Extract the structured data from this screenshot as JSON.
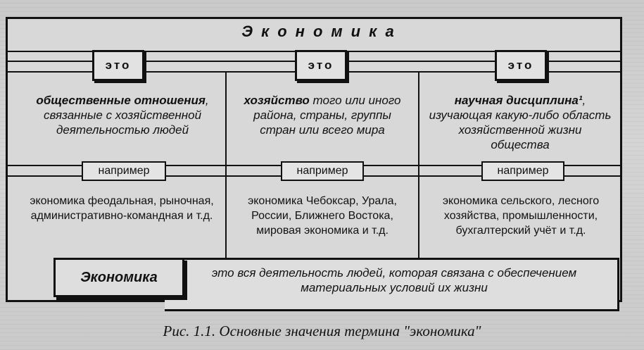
{
  "title": "Экономика",
  "columns": [
    {
      "connector": "это",
      "text_bold": "общественные отношения",
      "text_rest": ", связанные с хозяйственной деятельностью людей",
      "example_label": "например",
      "example": "экономика феодальная, рыночная, административно-командная и т.д."
    },
    {
      "connector": "это",
      "text_bold": "хозяйство",
      "text_rest": " того или иного района, страны, группы стран или всего мира",
      "example_label": "например",
      "example": "экономика Чебоксар, Урала, России, Ближнего Востока, мировая экономика и т.д."
    },
    {
      "connector": "это",
      "text_bold": "научная дисциплина¹",
      "text_rest": ", изучающая какую-либо область хозяйственной жизни общества",
      "example_label": "например",
      "example": "экономика сельского, лесного хозяйства, промышленности, бухгалтерский учёт и т.д."
    }
  ],
  "definition": {
    "term": "Экономика",
    "text": "это вся деятельность людей, которая связана с обеспечением материальных условий их жизни"
  },
  "caption": "Рис. 1.1. Основные значения термина \"экономика\""
}
